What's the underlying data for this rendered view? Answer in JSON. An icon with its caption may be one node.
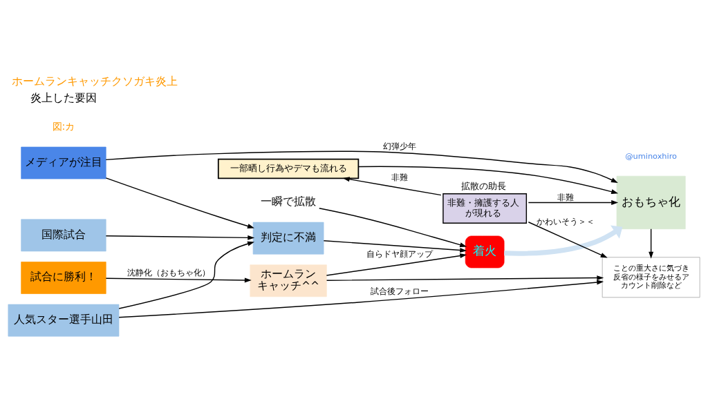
{
  "diagram": {
    "title": "ホームランキャッチクソガキ炎上",
    "nodes": [
      {
        "text": [
          "メディアが注目"
        ]
      },
      {
        "text": [
          "国際試合"
        ]
      },
      {
        "text": [
          "人気スター選手山田"
        ]
      },
      {
        "text": [
          "試合に勝利！"
        ]
      },
      {
        "text": [
          "判定に不満"
        ]
      },
      {
        "text": [
          "ホームランキャッチ^^"
        ]
      },
      {
        "text": [
          "着火"
        ]
      },
      {
        "text": [
          "一部晒し行為やデマも流れる"
        ]
      },
      {
        "text": [
          "非難・擁護する人が現れる"
        ],
        "beside": [
          "拡散の助長"
        ]
      },
      {
        "text": [
          "おもちゃ化"
        ]
      },
      {
        "text": [
          "ことの重大さに気づき反省の様子をみせるアカウント削除など"
        ]
      },
      {
        "text": [
          "一瞬で拡散"
        ]
      }
    ],
    "edges": [
      {
        "from": 0,
        "to": 4,
        "arrow": "to"
      },
      {
        "from": 1,
        "to": 4,
        "arrow": "to"
      },
      {
        "from": 2,
        "to": 4,
        "arrow": "to"
      },
      {
        "from": 0,
        "to": 9,
        "arrow": "to",
        "label": "幻弾少年"
      },
      {
        "from": 4,
        "to": 6,
        "arrow": "to"
      },
      {
        "from": 11,
        "to": 6,
        "arrow": "to"
      },
      {
        "from": 3,
        "to": 5,
        "arrow": "to",
        "label": "沈静化（おもちゃ化）"
      },
      {
        "from": 5,
        "to": 6,
        "arrow": "to",
        "label": "自らドヤ顔アップ"
      },
      {
        "from": 6,
        "to": 9,
        "arrow": "to",
        "style": "thick",
        "color": "#cfe2f3"
      },
      {
        "from": 8,
        "to": 7,
        "arrow": "to",
        "label": "非難"
      },
      {
        "from": 7,
        "to": 9,
        "arrow": "to"
      },
      {
        "from": 8,
        "to": 9,
        "arrow": "to",
        "label": "非難"
      },
      {
        "from": 8,
        "to": 10,
        "arrow": "to",
        "label": "かわいそう＞＜"
      },
      {
        "from": 9,
        "to": 10,
        "arrow": "to"
      },
      {
        "from": 5,
        "to": 10,
        "arrow": "to"
      },
      {
        "from": 2,
        "to": 10,
        "arrow": "to",
        "label": "試合後フォロー"
      }
    ],
    "labels": [
      "図:カ",
      "炎上した要因",
      "@uminoxhiro"
    ]
  }
}
